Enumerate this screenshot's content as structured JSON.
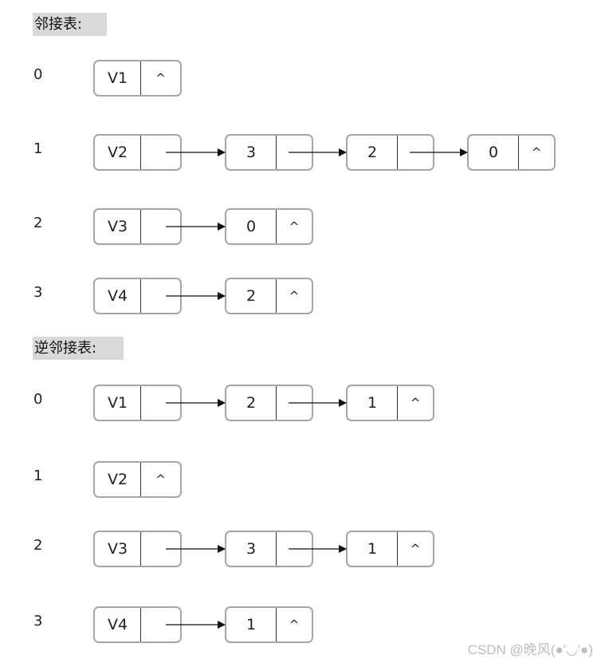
{
  "null_symbol": "^",
  "sections": [
    {
      "title": "邻接表:",
      "rows": [
        {
          "index": "0",
          "vertex": "V1",
          "adjacent": []
        },
        {
          "index": "1",
          "vertex": "V2",
          "adjacent": [
            "3",
            "2",
            "0"
          ]
        },
        {
          "index": "2",
          "vertex": "V3",
          "adjacent": [
            "0"
          ]
        },
        {
          "index": "3",
          "vertex": "V4",
          "adjacent": [
            "2"
          ]
        }
      ]
    },
    {
      "title": "逆邻接表:",
      "rows": [
        {
          "index": "0",
          "vertex": "V1",
          "adjacent": [
            "2",
            "1"
          ]
        },
        {
          "index": "1",
          "vertex": "V2",
          "adjacent": []
        },
        {
          "index": "2",
          "vertex": "V3",
          "adjacent": [
            "3",
            "1"
          ]
        },
        {
          "index": "3",
          "vertex": "V4",
          "adjacent": [
            "1"
          ]
        }
      ]
    }
  ],
  "watermark": "CSDN @晚风(●'◡'●)"
}
